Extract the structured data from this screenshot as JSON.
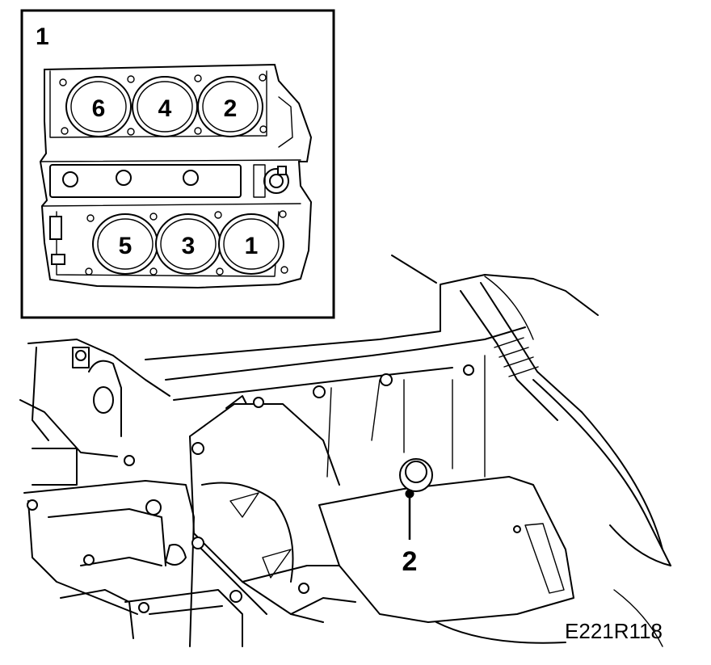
{
  "inset": {
    "label": "1",
    "cylinders_top": [
      "6",
      "4",
      "2"
    ],
    "cylinders_bottom": [
      "5",
      "3",
      "1"
    ]
  },
  "callout": {
    "label": "2"
  },
  "figure_code": "E221R118"
}
